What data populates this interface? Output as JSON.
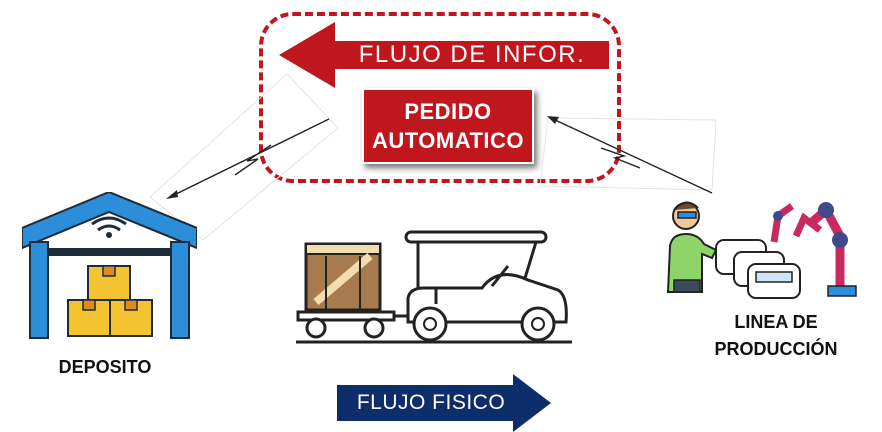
{
  "info_flow": {
    "label": "FLUJO DE INFOR."
  },
  "order_box": {
    "line1": "PEDIDO",
    "line2": "AUTOMATICO"
  },
  "physical_flow": {
    "label": "FLUJO FISICO"
  },
  "deposit": {
    "label": "DEPOSITO"
  },
  "production_line": {
    "line1": "LINEA DE",
    "line2": "PRODUCCIÓN"
  },
  "colors": {
    "info_red": "#c0161e",
    "physical_blue": "#0e2d6b",
    "warehouse_blue": "#2c8ed8",
    "box_yellow": "#f4c430"
  }
}
